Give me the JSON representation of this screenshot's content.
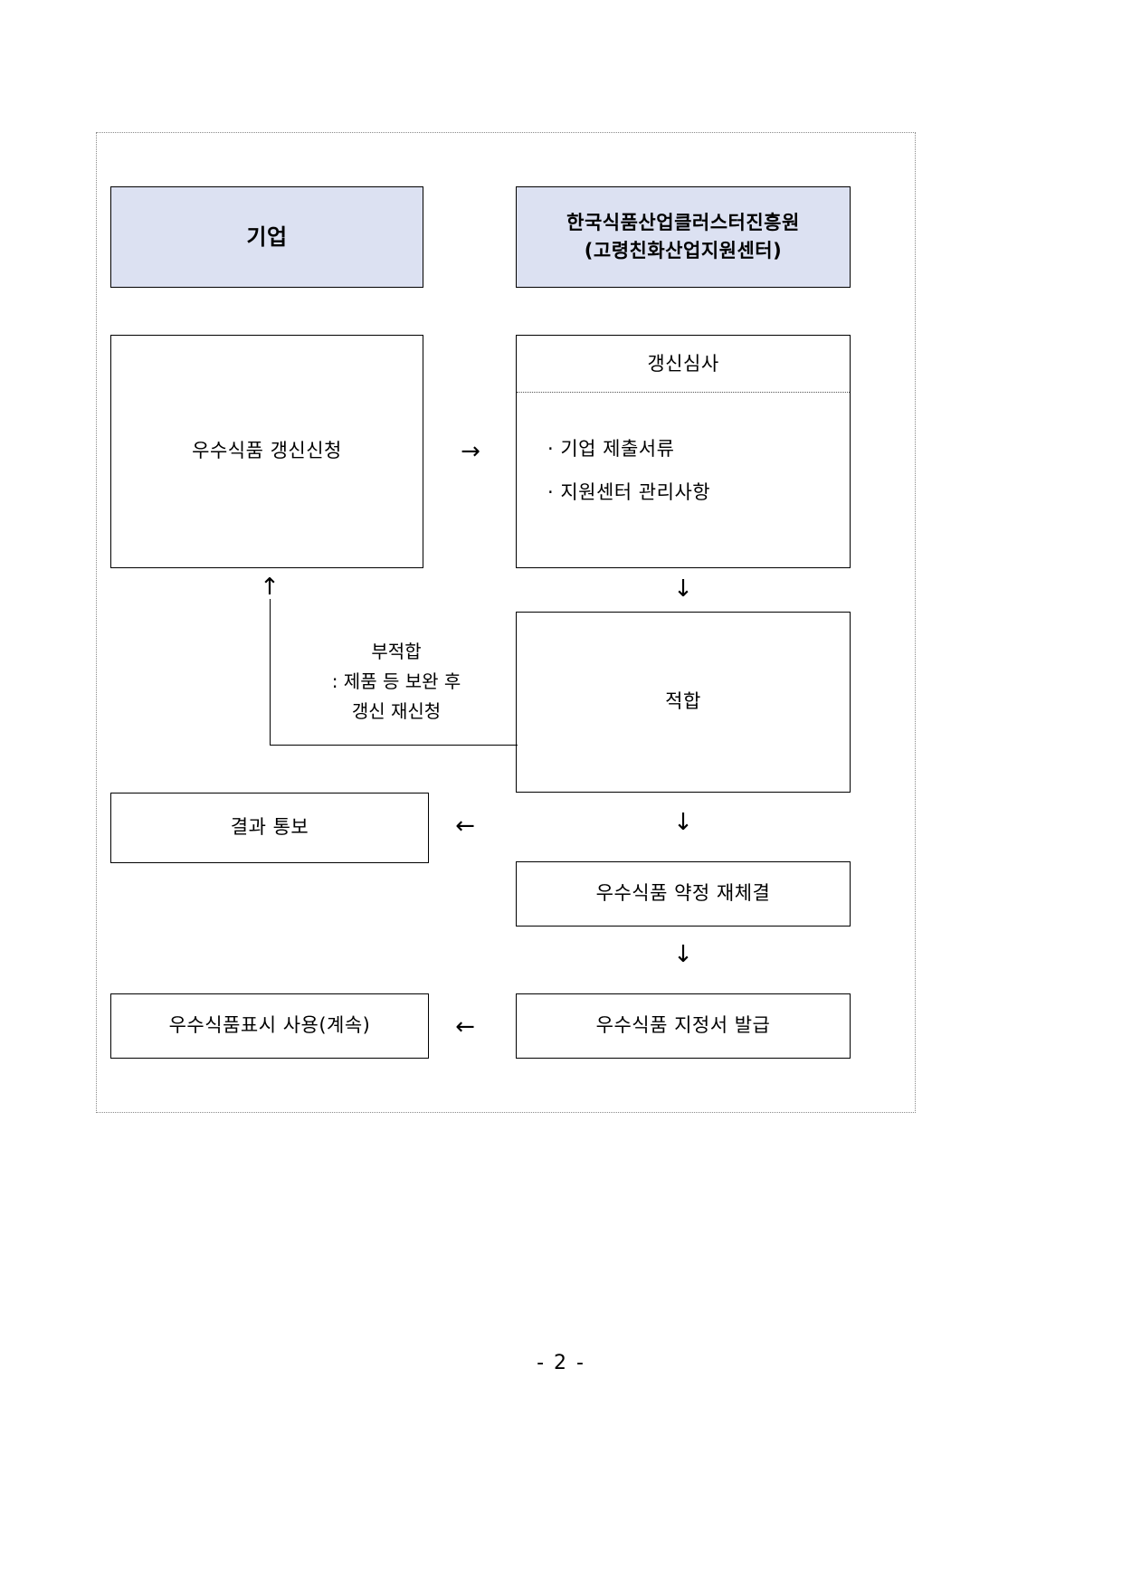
{
  "document": {
    "page_number_label": "- 2 -"
  },
  "flow": {
    "headers": {
      "company": "기업",
      "agency_line1": "한국식품산업클러스터진흥원",
      "agency_line2": "(고령친화산업지원센터)"
    },
    "nodes": {
      "apply": "우수식품 갱신신청",
      "review_title": "갱신심사",
      "review_bullet_1": "· 기업 제출서류",
      "review_bullet_2": "· 지원센터 관리사항",
      "pass": "적합",
      "notify": "결과 통보",
      "contract": "우수식품 약정 재체결",
      "certificate": "우수식품 지정서 발급",
      "label_use": "우수식품표시 사용(계속)"
    },
    "reject": {
      "line1": "부적합",
      "line2": ": 제품 등 보완 후",
      "line3": "갱신 재신청"
    },
    "arrows": {
      "right": "→",
      "left": "←",
      "down": "↓",
      "up": "↑"
    }
  }
}
